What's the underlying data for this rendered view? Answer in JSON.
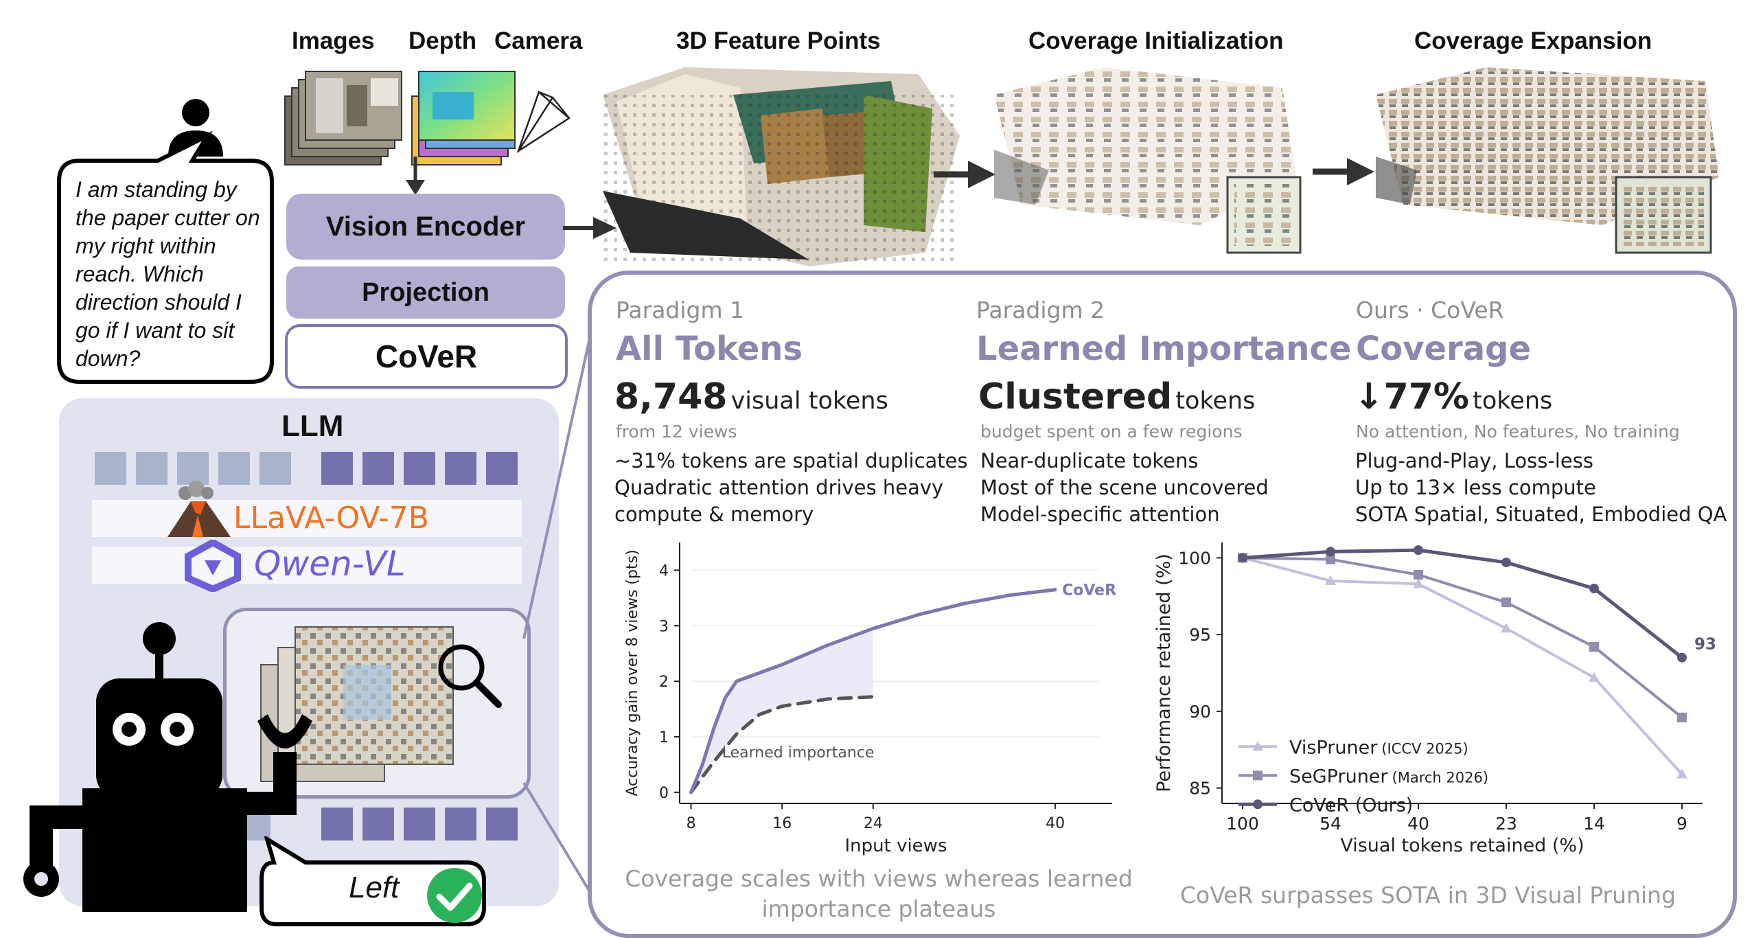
{
  "pipeline": {
    "input_labels": [
      "Images",
      "Depth",
      "Camera"
    ],
    "vision_encoder": "Vision Encoder",
    "projection": "Projection",
    "cover_module": "CoVeR",
    "stage_titles": [
      "3D Feature Points",
      "Coverage Initialization",
      "Coverage Expansion"
    ]
  },
  "question": "I am standing by the paper cutter on my right within reach. Which direction should I go if I want to sit down?",
  "answer": "Left",
  "llm": {
    "title": "LLM",
    "models": [
      "LLaVA-OV-7B",
      "Qwen-VL"
    ]
  },
  "paradigms": [
    {
      "tag": "Paradigm 1",
      "name": "All Tokens",
      "stat_main": "8,748",
      "stat_unit": "visual tokens",
      "note": "from 12 views",
      "bullets": [
        "~31% tokens are spatial duplicates",
        "Quadratic attention drives heavy",
        "compute & memory"
      ]
    },
    {
      "tag": "Paradigm 2",
      "name": "Learned Importance",
      "stat_main": "Clustered",
      "stat_unit": "tokens",
      "note": "budget spent on a few regions",
      "bullets": [
        "Near-duplicate tokens",
        "Most of the scene uncovered",
        "Model-specific attention"
      ]
    },
    {
      "tag": "Ours · CoVeR",
      "name": "Coverage",
      "stat_main": "↓77%",
      "stat_unit": "tokens",
      "note": "No attention, No features, No training",
      "bullets": [
        "Plug-and-Play, Loss-less",
        "Up to 13× less compute",
        "SOTA Spatial, Situated, Embodied QA"
      ]
    }
  ],
  "colors": {
    "accent": "#7b78b0",
    "accent_light": "#8b87ad",
    "box_fill": "#b1aed2",
    "panel_border": "#958fb4",
    "llm_bg": "#e2e3f1",
    "token_light": "#a9b3cb",
    "token_dark": "#7472ad",
    "llava_orange": "#f07323",
    "qwen_purple": "#6c5fd8",
    "check_green": "#2bb35a"
  },
  "icons": [
    "user-icon",
    "robot-icon",
    "magnifier-icon",
    "camera-frustum-icon",
    "volcano-icon",
    "qwen-logo-icon",
    "check-icon",
    "arrow-right-icon",
    "arrow-down-icon"
  ],
  "chart_data": [
    {
      "type": "line",
      "xlabel": "Input views",
      "ylabel": "Accuracy gain over 8 views (pts)",
      "xticks": [
        8,
        16,
        24,
        40
      ],
      "yticks": [
        0,
        1,
        2,
        3,
        4
      ],
      "xlim": [
        7,
        45
      ],
      "ylim": [
        -0.2,
        4.5
      ],
      "series": [
        {
          "name": "CoVeR",
          "style": "solid",
          "x": [
            8,
            9,
            10,
            11,
            12,
            14,
            16,
            20,
            24,
            28,
            32,
            36,
            40
          ],
          "y": [
            0,
            0.5,
            1.15,
            1.7,
            2.0,
            2.15,
            2.3,
            2.65,
            2.95,
            3.2,
            3.4,
            3.55,
            3.65
          ]
        },
        {
          "name": "Learned importance",
          "style": "dashed",
          "x": [
            8,
            10,
            12,
            14,
            16,
            20,
            24
          ],
          "y": [
            0,
            0.55,
            1.05,
            1.4,
            1.55,
            1.68,
            1.72
          ]
        }
      ],
      "caption": "Coverage scales with views whereas learned importance plateaus"
    },
    {
      "type": "line",
      "xlabel": "Visual tokens retained (%)",
      "ylabel": "Performance retained (%)",
      "categories": [
        "100",
        "54",
        "40",
        "23",
        "14",
        "9"
      ],
      "yticks": [
        85,
        90,
        95,
        100
      ],
      "ylim": [
        84,
        101
      ],
      "series": [
        {
          "name": "VisPruner",
          "venue": "(ICCV 2025)",
          "marker": "triangle",
          "values": [
            100,
            98.5,
            98.3,
            95.4,
            92.2,
            85.9
          ]
        },
        {
          "name": "SeGPruner",
          "venue": "(March 2026)",
          "marker": "square",
          "values": [
            100,
            99.9,
            98.9,
            97.1,
            94.2,
            89.6
          ]
        },
        {
          "name": "CoVeR (Ours)",
          "venue": "",
          "marker": "circle",
          "values": [
            100,
            100.4,
            100.5,
            99.7,
            98.0,
            93.5
          ]
        }
      ],
      "annotation": "93.5%",
      "caption": "CoVeR surpasses SOTA in 3D Visual Pruning"
    }
  ]
}
